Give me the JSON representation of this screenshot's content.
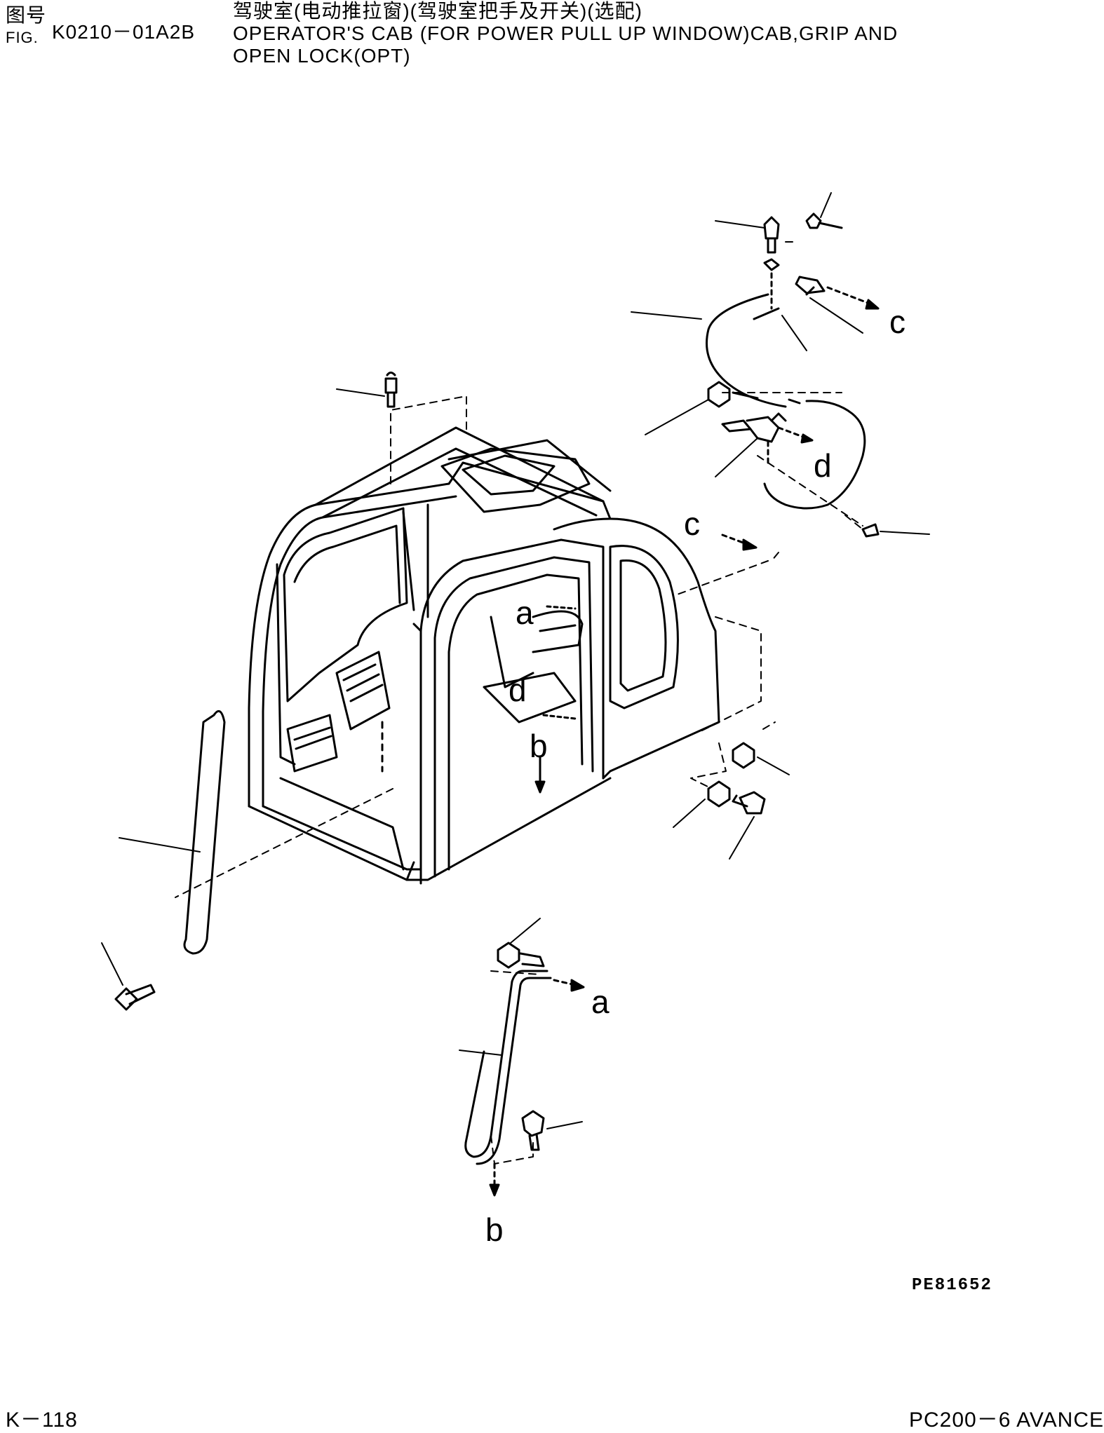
{
  "header": {
    "fig_label_cn": "图号",
    "fig_label_en": "FIG.",
    "fig_number": "K0210－01A2B",
    "title_cn": "驾驶室(电动推拉窗)(驾驶室把手及开关)(选配)",
    "title_en_line1": "OPERATOR'S CAB (FOR POWER PULL UP WINDOW)CAB,GRIP AND",
    "title_en_line2": "OPEN LOCK(OPT)"
  },
  "diagram": {
    "refs": {
      "c_top": "c",
      "d_top": "d",
      "c_mid": "c",
      "a_cab": "a",
      "d_cab": "d",
      "b_cab": "b",
      "a_bottom": "a",
      "b_bottom": "b"
    },
    "ref_code": "PE81652"
  },
  "footer": {
    "page": "K－118",
    "model": "PC200－6 AVANCE"
  }
}
